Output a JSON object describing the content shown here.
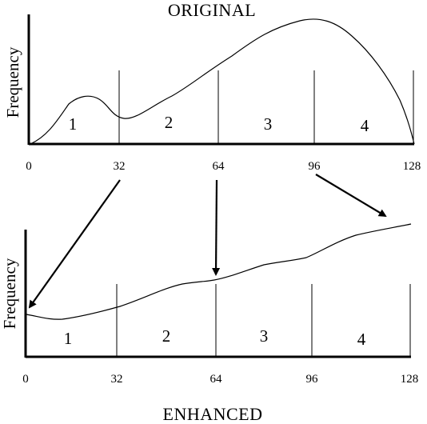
{
  "original": {
    "title": "ORIGINAL",
    "ylabel": "Frequency",
    "ticks": [
      "0",
      "32",
      "64",
      "96",
      "128"
    ],
    "regions": [
      "1",
      "2",
      "3",
      "4"
    ]
  },
  "enhanced": {
    "title": "ENHANCED",
    "ylabel": "Frequency",
    "ticks": [
      "0",
      "32",
      "64",
      "96",
      "128"
    ],
    "regions": [
      "1",
      "2",
      "3",
      "4"
    ]
  },
  "colors": {
    "ink": "#000000",
    "background": "#ffffff"
  }
}
